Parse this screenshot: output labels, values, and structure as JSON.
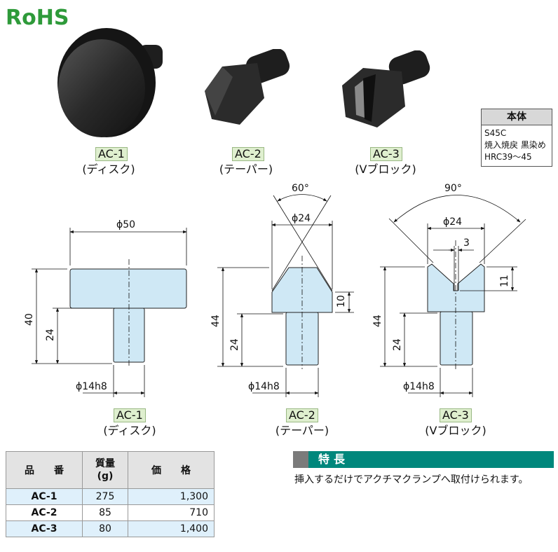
{
  "logo_text": "RoHS",
  "products": [
    {
      "code": "AC-1",
      "name": "(ディスク)"
    },
    {
      "code": "AC-2",
      "name": "(テーパー)"
    },
    {
      "code": "AC-3",
      "name": "(Vブロック)"
    }
  ],
  "material": {
    "header": "本体",
    "lines": [
      "S45C",
      "焼入焼戻 黒染め",
      "HRC39～45"
    ]
  },
  "dimensions": {
    "ac1": {
      "dia": "ϕ50",
      "height": "40",
      "shank": "24",
      "shank_dia": "ϕ14h8"
    },
    "ac2": {
      "angle": "60°",
      "dia": "ϕ24",
      "height": "44",
      "taper": "10",
      "shank": "24",
      "shank_dia": "ϕ14h8"
    },
    "ac3": {
      "angle": "90°",
      "dia": "ϕ24",
      "slot": "3",
      "depth": "11",
      "height": "44",
      "shank": "24",
      "shank_dia": "ϕ14h8"
    }
  },
  "table": {
    "headers": [
      "品　　番",
      "質量\n(g)",
      "価　　格"
    ],
    "rows": [
      {
        "code": "AC-1",
        "mass": "275",
        "price": "1,300"
      },
      {
        "code": "AC-2",
        "mass": "85",
        "price": "710"
      },
      {
        "code": "AC-3",
        "mass": "80",
        "price": "1,400"
      }
    ]
  },
  "features": {
    "title": "特長",
    "description": "挿入するだけでアクチマクランプへ取付けられます。"
  },
  "colors": {
    "badge_bg": "#dfefcf",
    "part_fill": "#cfe8f5",
    "feature_bar": "#00877c",
    "table_row_highlight": "#dff0fb"
  }
}
